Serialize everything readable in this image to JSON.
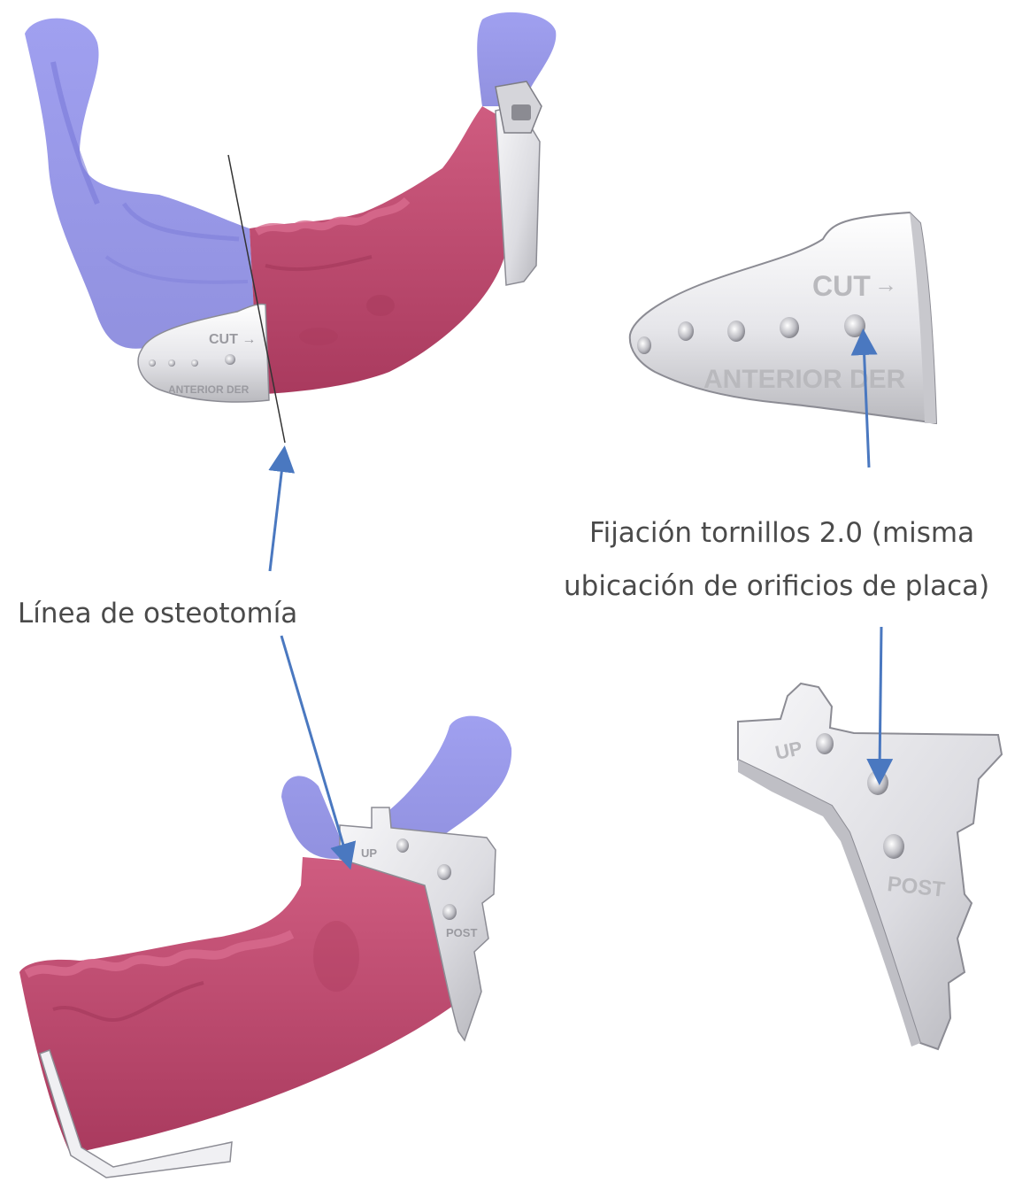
{
  "labels": {
    "osteotomy": "Línea de osteotomía",
    "fixation_line1": "Fijación tornillos 2.0 (misma",
    "fixation_line2": "ubicación  de orificios de placa)"
  },
  "guide_engravings": {
    "anterior_cut": "CUT",
    "anterior_cut_arrow": "→",
    "anterior_side": "ANTERIOR DER",
    "posterior_up": "UP",
    "posterior_post": "POST"
  },
  "colors": {
    "bone_resected": "#c04a6e",
    "bone_preserved": "#8e8ee6",
    "guide_metal": "#e9e9ec",
    "arrow": "#4a78c0",
    "label": "#4a4a4a"
  }
}
